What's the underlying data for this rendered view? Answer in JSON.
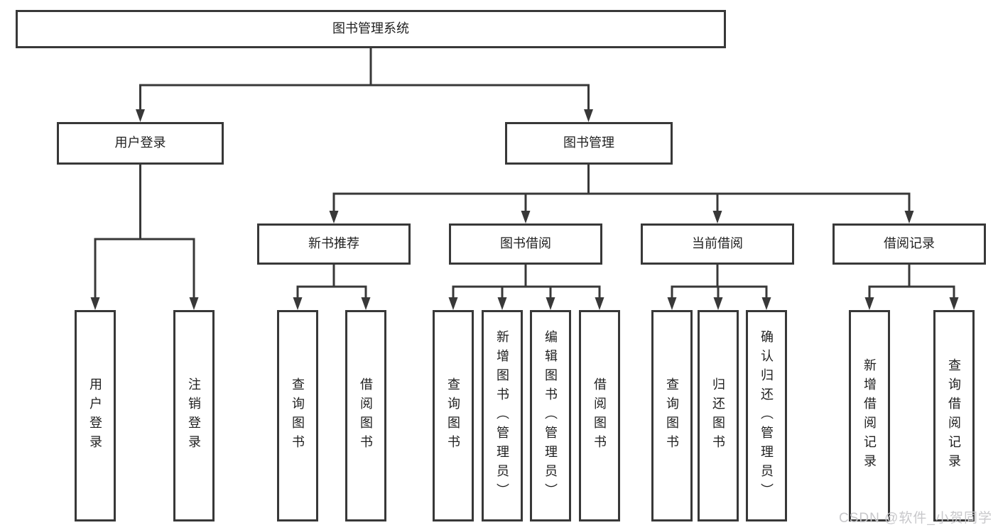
{
  "diagram": {
    "root": {
      "label": "图书管理系统"
    },
    "level2": [
      {
        "label": "用户登录"
      },
      {
        "label": "图书管理"
      }
    ],
    "level3": [
      {
        "label": "新书推荐"
      },
      {
        "label": "图书借阅"
      },
      {
        "label": "当前借阅"
      },
      {
        "label": "借阅记录"
      }
    ],
    "leaves": {
      "user_login": [
        {
          "label": "用户登录"
        },
        {
          "label": "注销登录"
        }
      ],
      "new_book_recommend": [
        {
          "label": "查询图书"
        },
        {
          "label": "借阅图书"
        }
      ],
      "book_borrow": [
        {
          "label": "查询图书"
        },
        {
          "label": "新增图书（管理员）"
        },
        {
          "label": "编辑图书（管理员）"
        },
        {
          "label": "借阅图书"
        }
      ],
      "current_borrow": [
        {
          "label": "查询图书"
        },
        {
          "label": "归还图书"
        },
        {
          "label": "确认归还（管理员）"
        }
      ],
      "borrow_record": [
        {
          "label": "新增借阅记录"
        },
        {
          "label": "查询借阅记录"
        }
      ]
    },
    "colors": {
      "line": "#383838",
      "box_border": "#383838",
      "text": "#1f1f1f",
      "background": "#ffffff",
      "watermark": "#c8c8cb"
    },
    "watermark": {
      "label": "CSDN @软件_小贺同学"
    }
  }
}
